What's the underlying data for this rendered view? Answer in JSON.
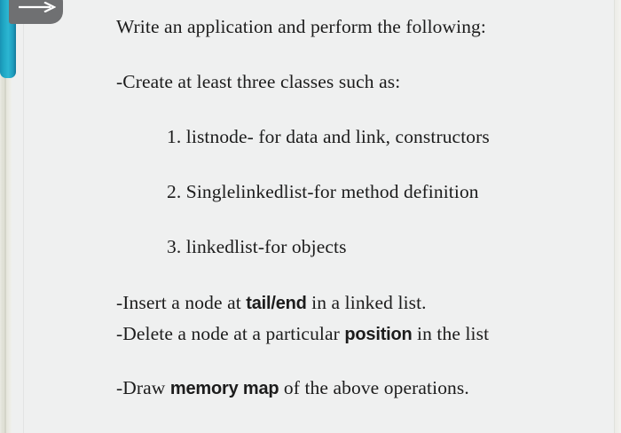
{
  "document": {
    "background_color": "#eff0f0",
    "text_color": "#1c1c1c",
    "intro": "Write an application and perform the following:",
    "create_classes": "-Create at least three classes such as:",
    "class_list": [
      "1. listnode- for data and link, constructors",
      "2. Singlelinkedlist-for method definition",
      "3. linkedlist-for objects"
    ],
    "operations": [
      {
        "before": "-Insert a node at ",
        "bold": "tail/end",
        "after": " in a linked list."
      },
      {
        "before": "-Delete a node at a particular ",
        "bold": "position",
        "after": " in the list"
      },
      {
        "before": "-Draw ",
        "bold": "memory map",
        "after": " of the above operations."
      }
    ]
  },
  "decorations": {
    "teal_tab_color": "#2cb6d2",
    "arrow_button_color": "#6f7072",
    "arrow_icon_color": "#ffffff",
    "spine_color": "#dedfd4"
  }
}
